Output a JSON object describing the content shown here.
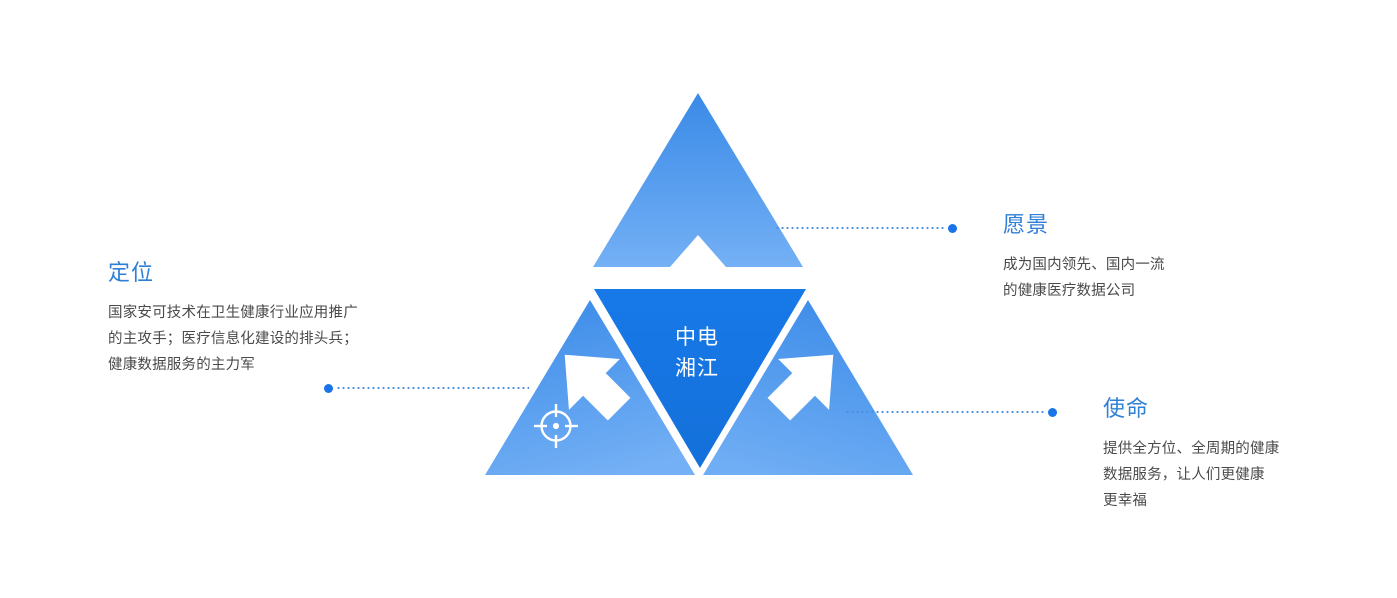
{
  "diagram": {
    "center_label": "中电\n湘江",
    "icon": "crosshair-target-icon",
    "colors": {
      "center_triangle": "#1779e8",
      "outer_triangle_top": "#3a8ae8",
      "outer_triangle_bottom": "#6aaaf2",
      "heading": "#2f7fd6",
      "body_text": "#4a4a4a",
      "connector_dot": "#1a73e8",
      "connector_line": "#4a8fe0",
      "background": "#ffffff"
    }
  },
  "blocks": {
    "position": {
      "heading": "定位",
      "body": "国家安可技术在卫生健康行业应用推广\n的主攻手；医疗信息化建设的排头兵；\n健康数据服务的主力军"
    },
    "vision": {
      "heading": "愿景",
      "body": "成为国内领先、国内一流\n的健康医疗数据公司"
    },
    "mission": {
      "heading": "使命",
      "body": "提供全方位、全周期的健康\n数据服务，让人们更健康\n更幸福"
    }
  }
}
